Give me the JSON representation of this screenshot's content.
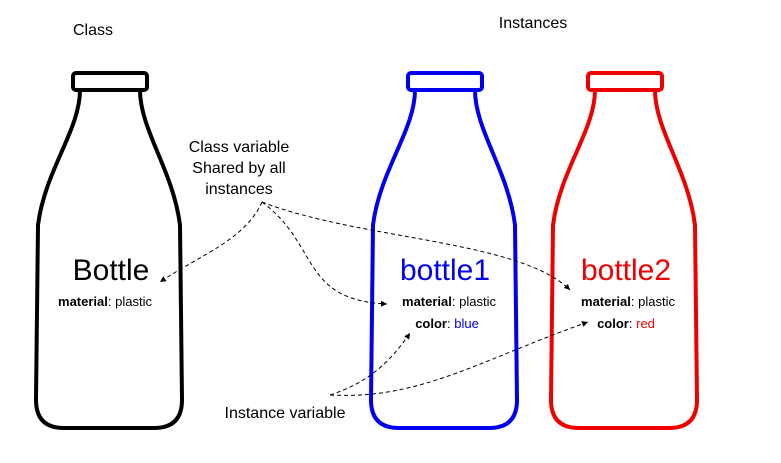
{
  "headings": {
    "class": "Class",
    "instances": "Instances"
  },
  "annotations": {
    "class_variable": [
      "Class variable",
      "Shared by all",
      "instances"
    ],
    "instance_variable": "Instance variable"
  },
  "bottles": [
    {
      "name": "Bottle",
      "color": "#000000",
      "attributes": [
        {
          "key": "material",
          "sep": ": ",
          "value": "plastic",
          "value_color": "#000000"
        }
      ]
    },
    {
      "name": "bottle1",
      "color": "#0000ee",
      "attributes": [
        {
          "key": "material",
          "sep": ": ",
          "value": "plastic",
          "value_color": "#000000"
        },
        {
          "key": "color",
          "sep": ": ",
          "value": "blue",
          "value_color": "#0000ee"
        }
      ]
    },
    {
      "name": "bottle2",
      "color": "#ee0000",
      "attributes": [
        {
          "key": "material",
          "sep": ": ",
          "value": "plastic",
          "value_color": "#000000"
        },
        {
          "key": "color",
          "sep": ": ",
          "value": "red",
          "value_color": "#ee0000"
        }
      ]
    }
  ]
}
